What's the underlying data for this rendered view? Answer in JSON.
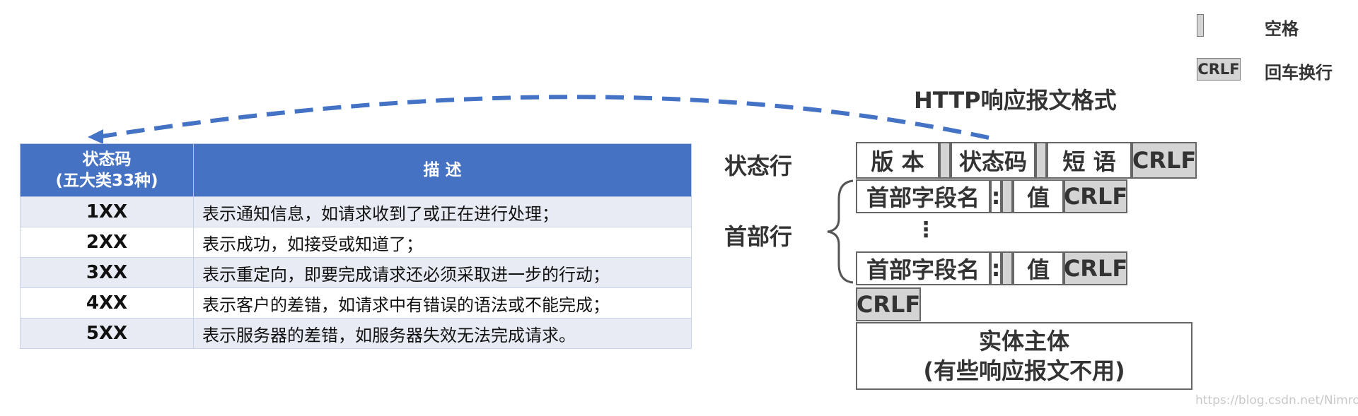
{
  "legend": {
    "space_label": "空格",
    "crlf_box": "CRLF",
    "crlf_label": "回车换行"
  },
  "http_format": {
    "title": "HTTP响应报文格式",
    "status_line_label": "状态行",
    "header_line_label": "首部行",
    "version": "版 本",
    "status_code": "状态码",
    "phrase": "短 语",
    "crlf": "CRLF",
    "field_name": "首部字段名",
    "colon": ":",
    "value": "值",
    "ellipsis": "⋮",
    "body_line1": "实体主体",
    "body_line2": "(有些响应报文不用)"
  },
  "status_table": {
    "header_code_line1": "状态码",
    "header_code_line2": "(五大类33种)",
    "header_desc": "描 述",
    "rows": [
      {
        "code": "1XX",
        "desc": "表示通知信息，如请求收到了或正在进行处理；"
      },
      {
        "code": "2XX",
        "desc": "表示成功，如接受或知道了；"
      },
      {
        "code": "3XX",
        "desc": "表示重定向，即要完成请求还必须采取进一步的行动；"
      },
      {
        "code": "4XX",
        "desc": "表示客户的差错，如请求中有错误的语法或不能完成；"
      },
      {
        "code": "5XX",
        "desc": "表示服务器的差错，如服务器失效无法完成请求。"
      }
    ]
  },
  "watermark": "https://blog.csdn.net/Nimrod__",
  "colors": {
    "header_blue": "#4672c4",
    "arrow_blue": "#4472c4",
    "row_tint": "#e8ebf4",
    "crlf_grey": "#d4d4d4"
  }
}
